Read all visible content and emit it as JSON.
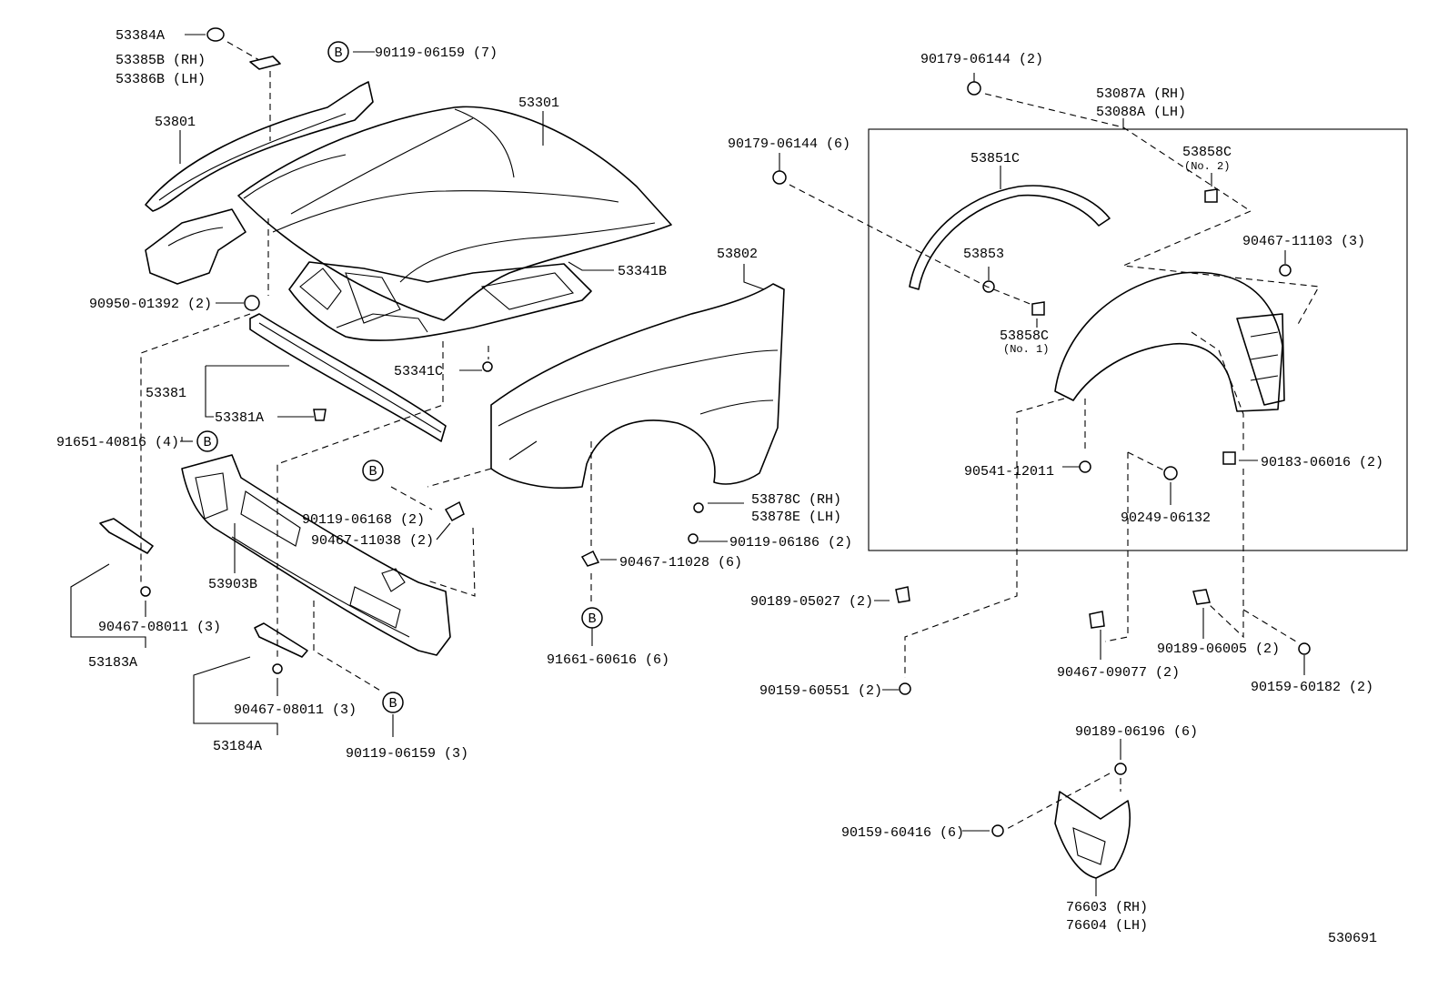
{
  "labels": {
    "l_53384A": "53384A",
    "l_53385B": "53385B (RH)",
    "l_53386B": "53386B (LH)",
    "l_b1": "B",
    "l_90119_06159_7": "90119-06159 (7)",
    "l_53801": "53801",
    "l_53301": "53301",
    "l_53341B": "53341B",
    "l_90950": "90950-01392 (2)",
    "l_53341C": "53341C",
    "l_53381": "53381",
    "l_53381A": "53381A",
    "l_91651": "91651-40816 (4)",
    "l_b2": "B",
    "l_b3": "B",
    "l_90119_06168": "90119-06168 (2)",
    "l_90467_11038": "90467-11038 (2)",
    "l_53903B": "53903B",
    "l_90467_08011_a": "90467-08011 (3)",
    "l_53183A": "53183A",
    "l_90467_08011_b": "90467-08011 (3)",
    "l_53184A": "53184A",
    "l_b4": "B",
    "l_90119_06159_3": "90119-06159 (3)",
    "l_53802": "53802",
    "l_53878C": "53878C (RH)",
    "l_53878E": "53878E (LH)",
    "l_90119_06186": "90119-06186 (2)",
    "l_90467_11028": "90467-11028 (6)",
    "l_b5": "B",
    "l_91661": "91661-60616 (6)",
    "l_90179_06144_2": "90179-06144 (2)",
    "l_53087A": "53087A (RH)",
    "l_53088A": "53088A (LH)",
    "l_90179_06144_6": "90179-06144 (6)",
    "l_53851C": "53851C",
    "l_53858C_2": "53858C",
    "l_no2": "(No. 2)",
    "l_90467_11103": "90467-11103 (3)",
    "l_53853": "53853",
    "l_53858C_1": "53858C",
    "l_no1": "(No. 1)",
    "l_90541": "90541-12011",
    "l_90183": "90183-06016 (2)",
    "l_90249": "90249-06132",
    "l_90189_05027": "90189-05027 (2)",
    "l_90159_60551": "90159-60551 (2)",
    "l_90467_09077": "90467-09077 (2)",
    "l_90189_06005": "90189-06005 (2)",
    "l_90159_60182": "90159-60182 (2)",
    "l_90189_06196": "90189-06196 (6)",
    "l_90159_60416": "90159-60416 (6)",
    "l_76603": "76603 (RH)",
    "l_76604": "76604 (LH)",
    "l_530691": "530691"
  }
}
